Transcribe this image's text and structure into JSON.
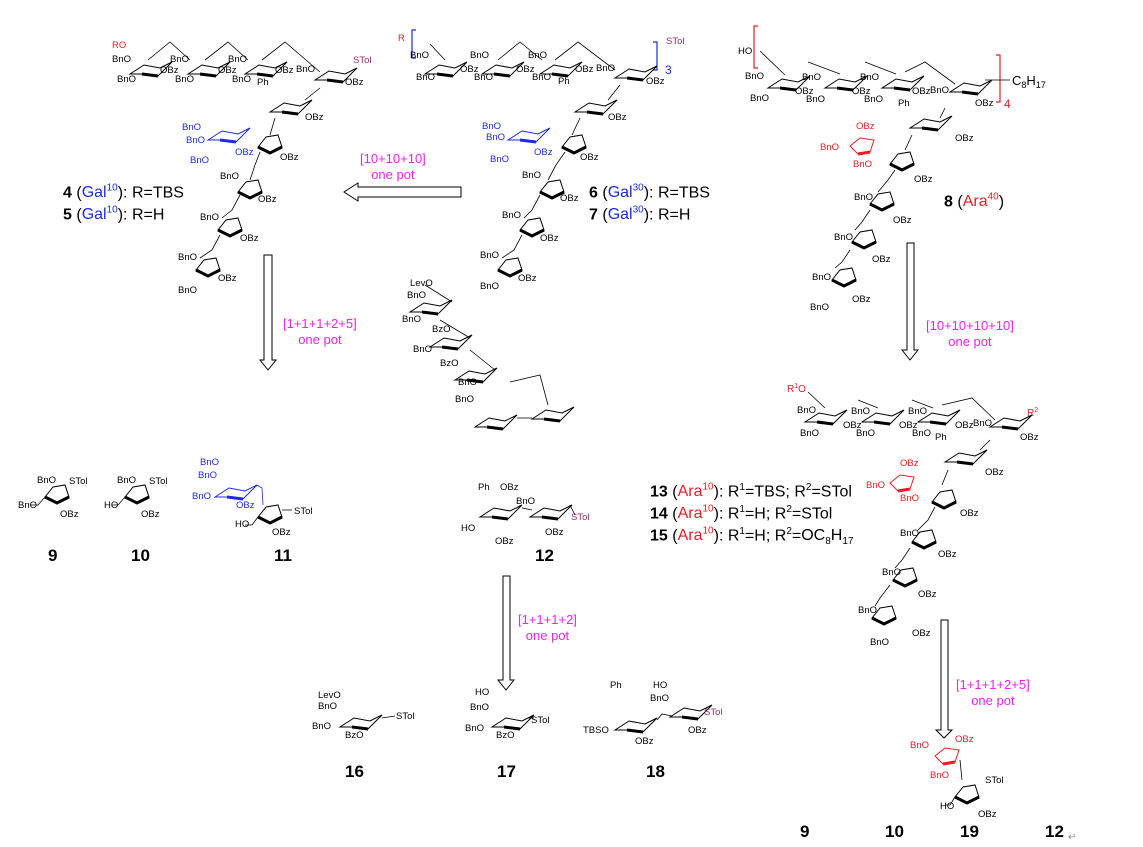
{
  "figure": {
    "type": "synthetic scheme",
    "compounds": {
      "c4": {
        "number": "4",
        "tag": "Gal",
        "tag_sup": "10",
        "tag_color": "#1d2bdc",
        "rest": ": R=TBS"
      },
      "c5": {
        "number": "5",
        "tag": "Gal",
        "tag_sup": "10",
        "tag_color": "#1d2bdc",
        "rest": ": R=H"
      },
      "c6": {
        "number": "6",
        "tag": "Gal",
        "tag_sup": "30",
        "tag_color": "#1d2bdc",
        "rest": ": R=TBS"
      },
      "c7": {
        "number": "7",
        "tag": "Gal",
        "tag_sup": "30",
        "tag_color": "#1d2bdc",
        "rest": ": R=H"
      },
      "c8": {
        "number": "8",
        "tag": "Ara",
        "tag_sup": "40",
        "tag_color": "#ec1c24"
      },
      "c13": {
        "number": "13",
        "tag": "Ara",
        "tag_sup": "10",
        "r1": "TBS",
        "r2": "STol"
      },
      "c14": {
        "number": "14",
        "tag": "Ara",
        "tag_sup": "10",
        "r1": "H",
        "r2": "STol"
      },
      "c15": {
        "number": "15",
        "tag": "Ara",
        "tag_sup": "10",
        "r1": "H",
        "r2_main": "OC",
        "r2_sub1": "8",
        "r2_mid": "H",
        "r2_sub2": "17"
      }
    },
    "building_block_numbers": {
      "left": [
        "9",
        "10",
        "11",
        "12"
      ],
      "middle": [
        "16",
        "17",
        "18"
      ],
      "right": [
        "9",
        "10",
        "19",
        "12"
      ]
    },
    "conditions": [
      {
        "id": "gal30_to_gal10",
        "line1": "[10+10+10]",
        "line2": "one pot"
      },
      {
        "id": "gal10_to_blocks",
        "line1": "[1+1+1+2+5]",
        "line2": "one pot"
      },
      {
        "id": "ara40_to_ara10",
        "line1": "[10+10+10+10]",
        "line2": "one pot"
      },
      {
        "id": "c12_to_blocks",
        "line1": "[1+1+1+2]",
        "line2": "one pot"
      },
      {
        "id": "ara10_to_blocks",
        "line1": "[1+1+1+2+5]",
        "line2": "one pot"
      }
    ],
    "group_labels": {
      "RO": "RO",
      "R": "R",
      "HO": "HO",
      "BnO": "BnO",
      "OBz": "OBz",
      "BzO": "BzO",
      "STol": "STol",
      "Ph": "Ph",
      "O": "O",
      "LevO": "LevO",
      "TBSO": "TBSO",
      "R1O": "R",
      "R1sup": "1",
      "R2": "R",
      "R2sup": "2",
      "C8H17": "C",
      "C8sub": "8",
      "H17": "H",
      "H17sub": "17",
      "repeat3": "3",
      "repeat4": "4"
    },
    "colors": {
      "gal_blue": "#1d2bdc",
      "ara_red": "#ec1c24",
      "condition_magenta": "#ee22ee",
      "stol_purple": "#9b2d6b",
      "arrow_fill": "#ffffff",
      "line": "#000000"
    },
    "return_mark": "↵"
  }
}
